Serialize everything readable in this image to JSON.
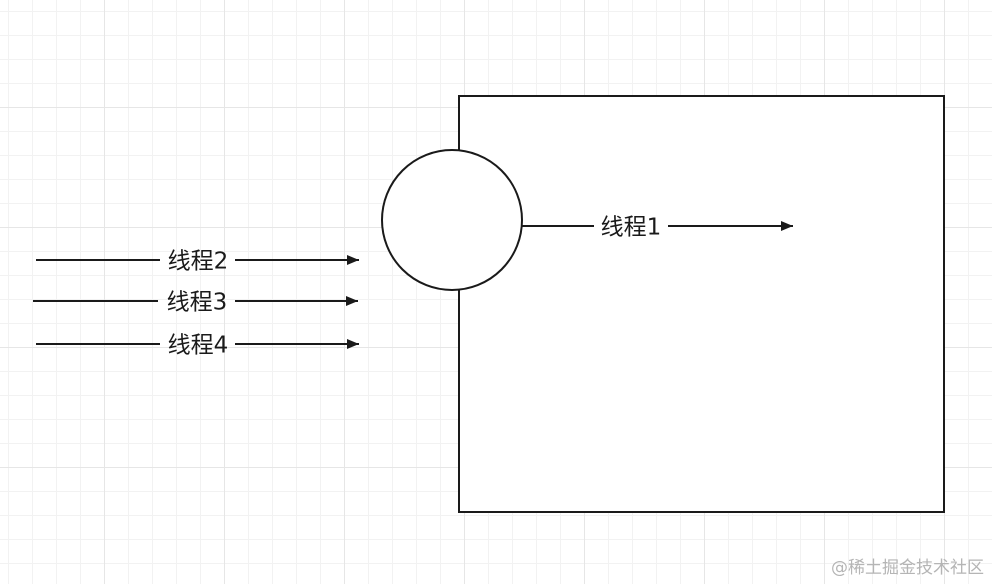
{
  "diagram": {
    "edges": [
      {
        "id": "thread1",
        "label": "线程1"
      },
      {
        "id": "thread2",
        "label": "线程2"
      },
      {
        "id": "thread3",
        "label": "线程3"
      },
      {
        "id": "thread4",
        "label": "线程4"
      }
    ]
  },
  "watermark": {
    "text": "@稀土掘金技术社区"
  },
  "colors": {
    "stroke": "#1a1a1a",
    "grid_major": "#e6e6e6",
    "grid_minor": "#f2f2f2",
    "watermark": "#b5b5b5"
  }
}
